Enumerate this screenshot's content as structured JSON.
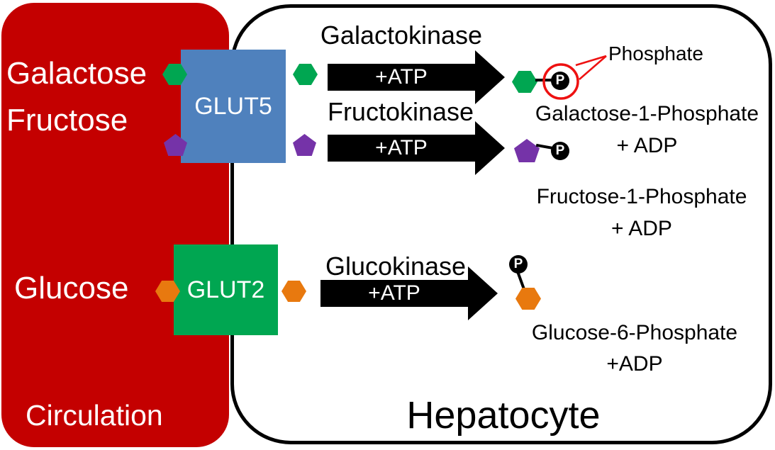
{
  "colors": {
    "red": "#C40000",
    "blue": "#4F81BD",
    "green": "#00A651",
    "purple": "#7533A8",
    "orange": "#E8790F",
    "annotation": "#EE1111"
  },
  "regions": {
    "circulation": {
      "label": "Circulation"
    },
    "hepatocyte": {
      "label": "Hepatocyte"
    }
  },
  "sugars": {
    "galactose": {
      "label": "Galactose",
      "shape": "hexagon",
      "color": "#00A651"
    },
    "fructose": {
      "label": "Fructose",
      "shape": "pentagon",
      "color": "#7533A8"
    },
    "glucose": {
      "label": "Glucose",
      "shape": "hexagon",
      "color": "#E8790F"
    },
    "galactose_fructose_lines": "Galactose\nFructose"
  },
  "transporters": {
    "glut5": {
      "label": "GLUT5",
      "color": "#4F81BD"
    },
    "glut2": {
      "label": "GLUT2",
      "color": "#00A651"
    }
  },
  "reactions": {
    "galactose": {
      "enzyme": "Galactokinase",
      "cofactor": "+ATP",
      "product": "Galactose-1-Phosphate",
      "byproduct": "+ ADP"
    },
    "fructose": {
      "enzyme": "Fructokinase",
      "cofactor": "+ATP",
      "product": "Fructose-1-Phosphate",
      "byproduct": "+ ADP"
    },
    "glucose": {
      "enzyme": "Glucokinase",
      "cofactor": "+ATP",
      "product": "Glucose-6-Phosphate",
      "byproduct": "+ADP"
    }
  },
  "phosphate": {
    "symbol": "P"
  },
  "annotation": {
    "label": "Phosphate"
  }
}
